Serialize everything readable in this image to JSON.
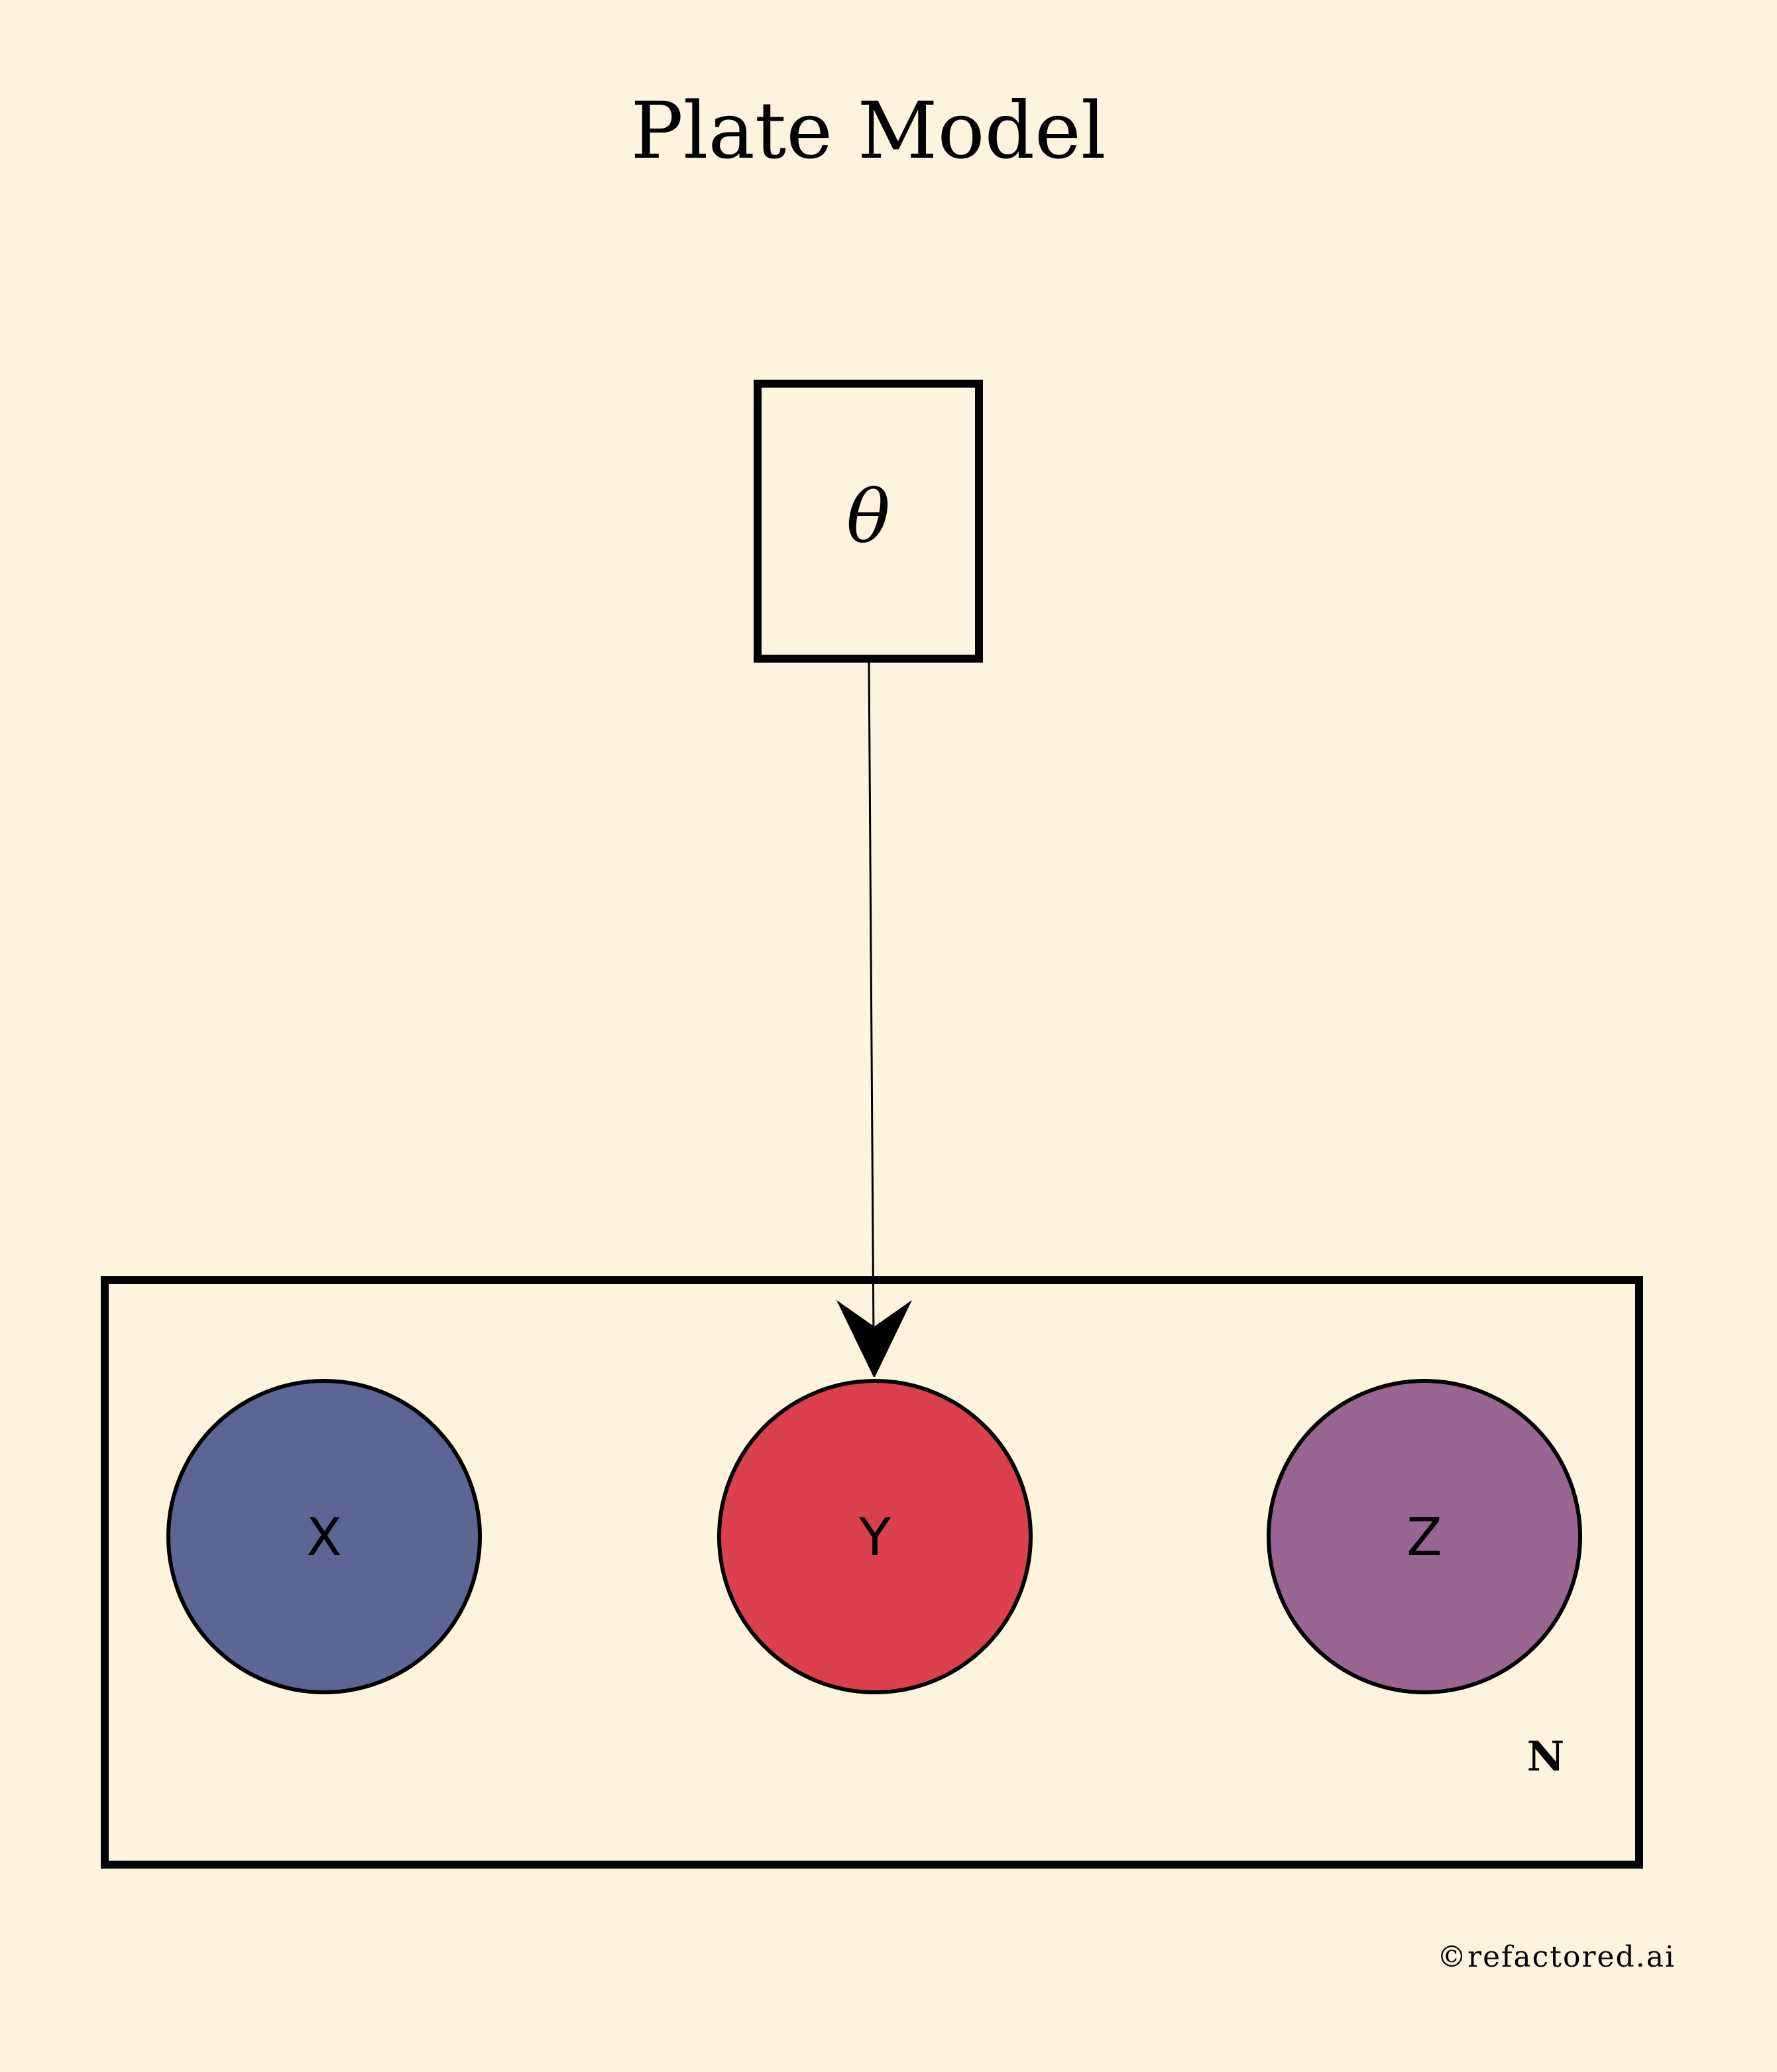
{
  "title": "Plate Model",
  "theta_node": {
    "label": "θ"
  },
  "plate": {
    "label": "N"
  },
  "nodes": [
    {
      "id": "x",
      "label": "X",
      "color": "#5c6594"
    },
    {
      "id": "y",
      "label": "Y",
      "color": "#db414c"
    },
    {
      "id": "z",
      "label": "Z",
      "color": "#9a6593"
    }
  ],
  "edges": [
    {
      "from": "theta",
      "to": "y"
    }
  ],
  "copyright": "©refactored.ai",
  "colors": {
    "background": "#fdf4de",
    "stroke": "#000000"
  }
}
